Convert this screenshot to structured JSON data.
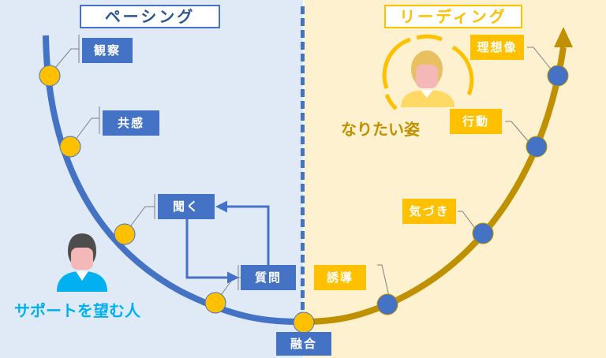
{
  "header": {
    "left_title": "ペーシング",
    "right_title": "リーディング"
  },
  "left_labels": {
    "observe": "観察",
    "empathy": "共感",
    "listen": "聞く",
    "question": "質問"
  },
  "right_labels": {
    "guide": "誘導",
    "notice": "気づき",
    "action": "行動",
    "ideal": "理想像"
  },
  "bottom_label": "融合",
  "person_left_caption": "サポートを望む人",
  "person_right_caption": "なりたい姿",
  "colors": {
    "blue": "#4472c4",
    "gold": "#ffc000",
    "curve_right": "#bf9000"
  }
}
